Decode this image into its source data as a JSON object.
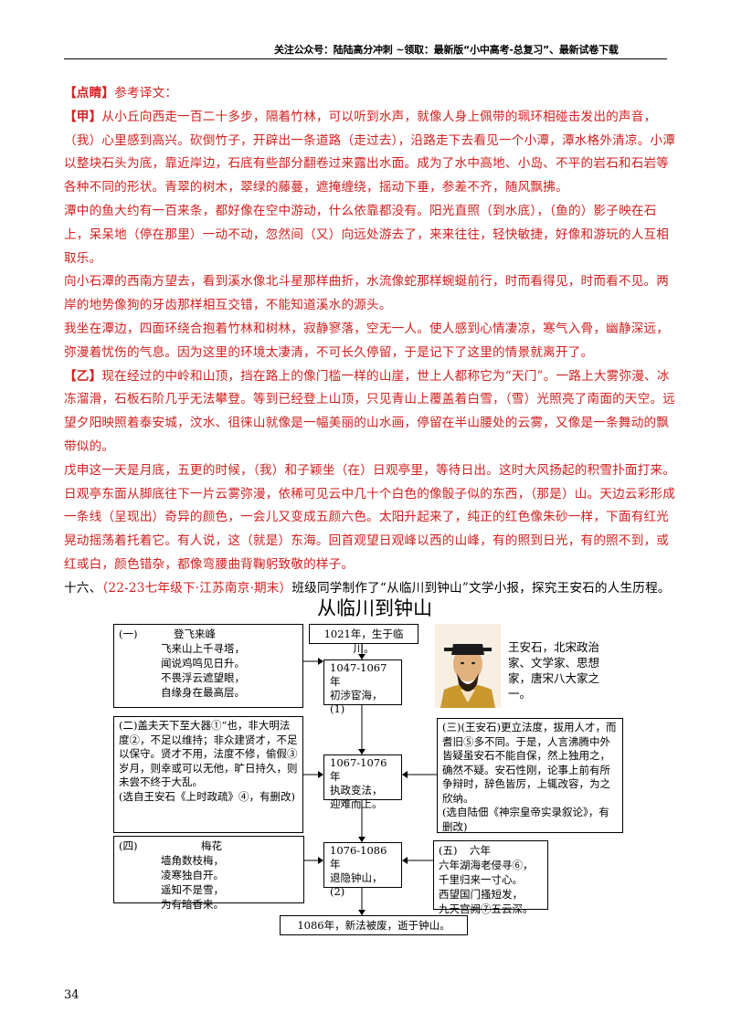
{
  "header": "关注公众号：陆陆高分冲刺 ~领取：最新版“小中高考-总复习”、最新试卷下载",
  "annotation": {
    "tag": "【点睛】",
    "title": "参考译文："
  },
  "passages": [
    {
      "tag": "【甲】",
      "text": "从小丘向西走一百二十多步，隔着竹林，可以听到水声，就像人身上佩带的珮环相碰击发出的声音，（我）心里感到高兴。砍倒竹子，开辟出一条道路（走过去），沿路走下去看见一个小潭，潭水格外清凉。小潭以整块石头为底，靠近岸边，石底有些部分翻卷过来露出水面。成为了水中高地、小岛、不平的岩石和石岩等各种不同的形状。青翠的树木，翠绿的藤蔓，遮掩缠绕，摇动下垂，参差不齐，随风飘拂。"
    },
    {
      "tag": "",
      "text": "潭中的鱼大约有一百来条，都好像在空中游动，什么依靠都没有。阳光直照（到水底），（鱼的）影子映在石上，呆呆地（停在那里）一动不动，忽然间（又）向远处游去了，来来往往，轻快敏捷，好像和游玩的人互相取乐。"
    },
    {
      "tag": "",
      "text": "向小石潭的西南方望去，看到溪水像北斗星那样曲折，水流像蛇那样蜿蜒前行，时而看得见，时而看不见。两岸的地势像狗的牙齿那样相互交错，不能知道溪水的源头。"
    },
    {
      "tag": "",
      "text": "我坐在潭边，四面环绕合抱着竹林和树林，寂静寥落，空无一人。使人感到心情凄凉，寒气入骨，幽静深远，弥漫着忧伤的气息。因为这里的环境太凄清，不可长久停留，于是记下了这里的情景就离开了。"
    },
    {
      "tag": "【乙】",
      "text": "现在经过的中岭和山顶，挡在路上的像门槛一样的山崖，世上人都称它为“天门”。一路上大雾弥漫、冰冻溜滑，石板石阶几乎无法攀登。等到已经登上山顶，只见青山上覆盖着白雪，（雪）光照亮了南面的天空。远望夕阳映照着泰安城，汶水、徂徕山就像是一幅美丽的山水画，停留在半山腰处的云雾，又像是一条舞动的飘带似的。"
    },
    {
      "tag": "",
      "text": "戊申这一天是月底，五更的时候，（我）和子颖坐（在）日观亭里，等待日出。这时大风扬起的积雪扑面打来。日观亭东面从脚底往下一片云雾弥漫，依稀可见云中几十个白色的像骰子似的东西，（那是）山。天边云彩形成一条线（呈现出）奇异的颜色，一会儿又变成五颜六色。太阳升起来了，纯正的红色像朱砂一样，下面有红光晃动摇荡着托着它。有人说，这（就是）东海。回首观望日观峰以西的山峰，有的照到日光，有的照不到，或红或白，颜色错杂，都像弯腰曲背鞠躬致敬的样子。"
    }
  ],
  "question": {
    "number": "十六、",
    "source": "（22-23七年级下·江苏南京·期末）",
    "text": "班级同学制作了“从临川到钟山”文学小报，探究王安石的人生历程。"
  },
  "diagram": {
    "title": "从临川到钟山",
    "born": "1021年，生于临川。",
    "died": "1086年，新法被废，逝于钟山。",
    "bio": "王安石，北宋政治家、文学家、思想家，唐宋八大家之一。",
    "poem1": {
      "label": "(一)",
      "title": "登飞来峰",
      "lines": [
        "飞来山上千寻塔，",
        "闻说鸡鸣见日升。",
        "不畏浮云遮望眼，",
        "自缘身在最高层。"
      ]
    },
    "period1": {
      "years": "1047-1067年",
      "desc": "初涉宦海，",
      "mark": "(1)"
    },
    "essay2": {
      "label": "(二)",
      "text": "盖夫天下至大器①“也，非大明法度②，不足以维持；非众建贤才，不足以保守。贤才不用，法度不修，偷假③岁月，则幸或可以无他，旷日持久，则未尝不终于大乱。",
      "source": "(选自王安石《上时政疏》④，有删改)"
    },
    "period2": {
      "years": "1067-1076年",
      "desc1": "执政变法，",
      "desc2": "迎难而上。"
    },
    "essay3": {
      "label": "(三)",
      "text": "(王安石)更立法度，拔用人才，而耆旧⑤多不同。于是，人言沸腾中外皆疑虽安石不能自保，然上独用之，确然不疑。安石性刚，论事上前有所争辩时，辞色皆厉，上辄改容，为之欣纳。",
      "source": "(选自陆佃《神宗皇帝实录叙论》，有删改)"
    },
    "poem4": {
      "label": "(四)",
      "title": "梅花",
      "lines": [
        "墙角数枝梅，",
        "凌寒独自开。",
        "遥知不是雪，",
        "为有暗香来。"
      ]
    },
    "period3": {
      "years": "1076-1086年",
      "desc": "退隐钟山，",
      "mark": "(2)"
    },
    "poem5": {
      "label": "(五)",
      "title": "六年",
      "lines": [
        "六年湖海老侵寻⑥，",
        "千里归来一寸心。",
        "西望国门搔短发，",
        "九天宫阙⑦五云深。"
      ]
    }
  },
  "page_number": "34"
}
